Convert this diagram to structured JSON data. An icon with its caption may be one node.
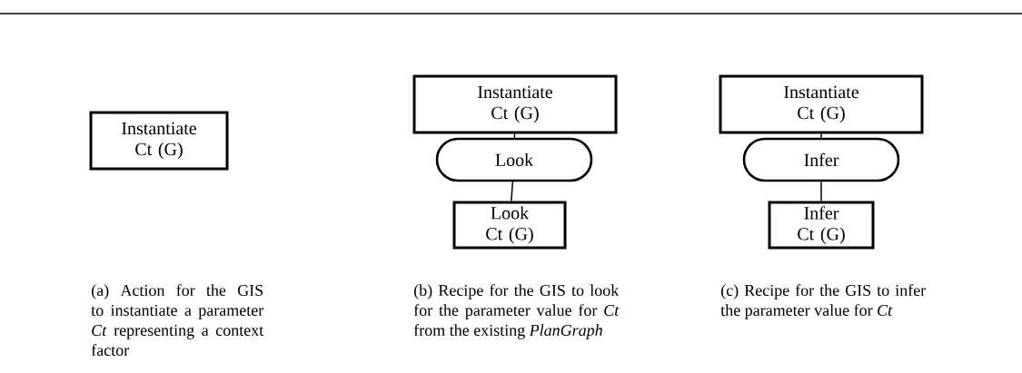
{
  "diagram": {
    "nodes": [
      {
        "text": [
          "Instantiate Ct (G)"
        ]
      },
      {
        "text": [
          "Instantiate Ct (G)"
        ]
      },
      {
        "text": [
          "Look"
        ]
      },
      {
        "text": [
          "Look Ct (G)"
        ]
      },
      {
        "text": [
          "Instantiate Ct (G)"
        ]
      },
      {
        "text": [
          "Infer"
        ]
      },
      {
        "text": [
          "Infer Ct (G)"
        ]
      }
    ],
    "edges": [
      {
        "from": 1,
        "to": 2,
        "arrow": "none"
      },
      {
        "from": 2,
        "to": 3,
        "arrow": "none"
      },
      {
        "from": 4,
        "to": 5,
        "arrow": "none"
      },
      {
        "from": 5,
        "to": 6,
        "arrow": "none"
      }
    ],
    "labels": [
      "(a) Action for the GIS to instantiate a parameter *Ct* representing a context factor",
      "(b) Recipe for the GIS to look for the parameter value for *Ct* from the existing *PlanGraph*",
      "(c) Recipe for the GIS to infer the parameter value for *Ct*"
    ]
  }
}
